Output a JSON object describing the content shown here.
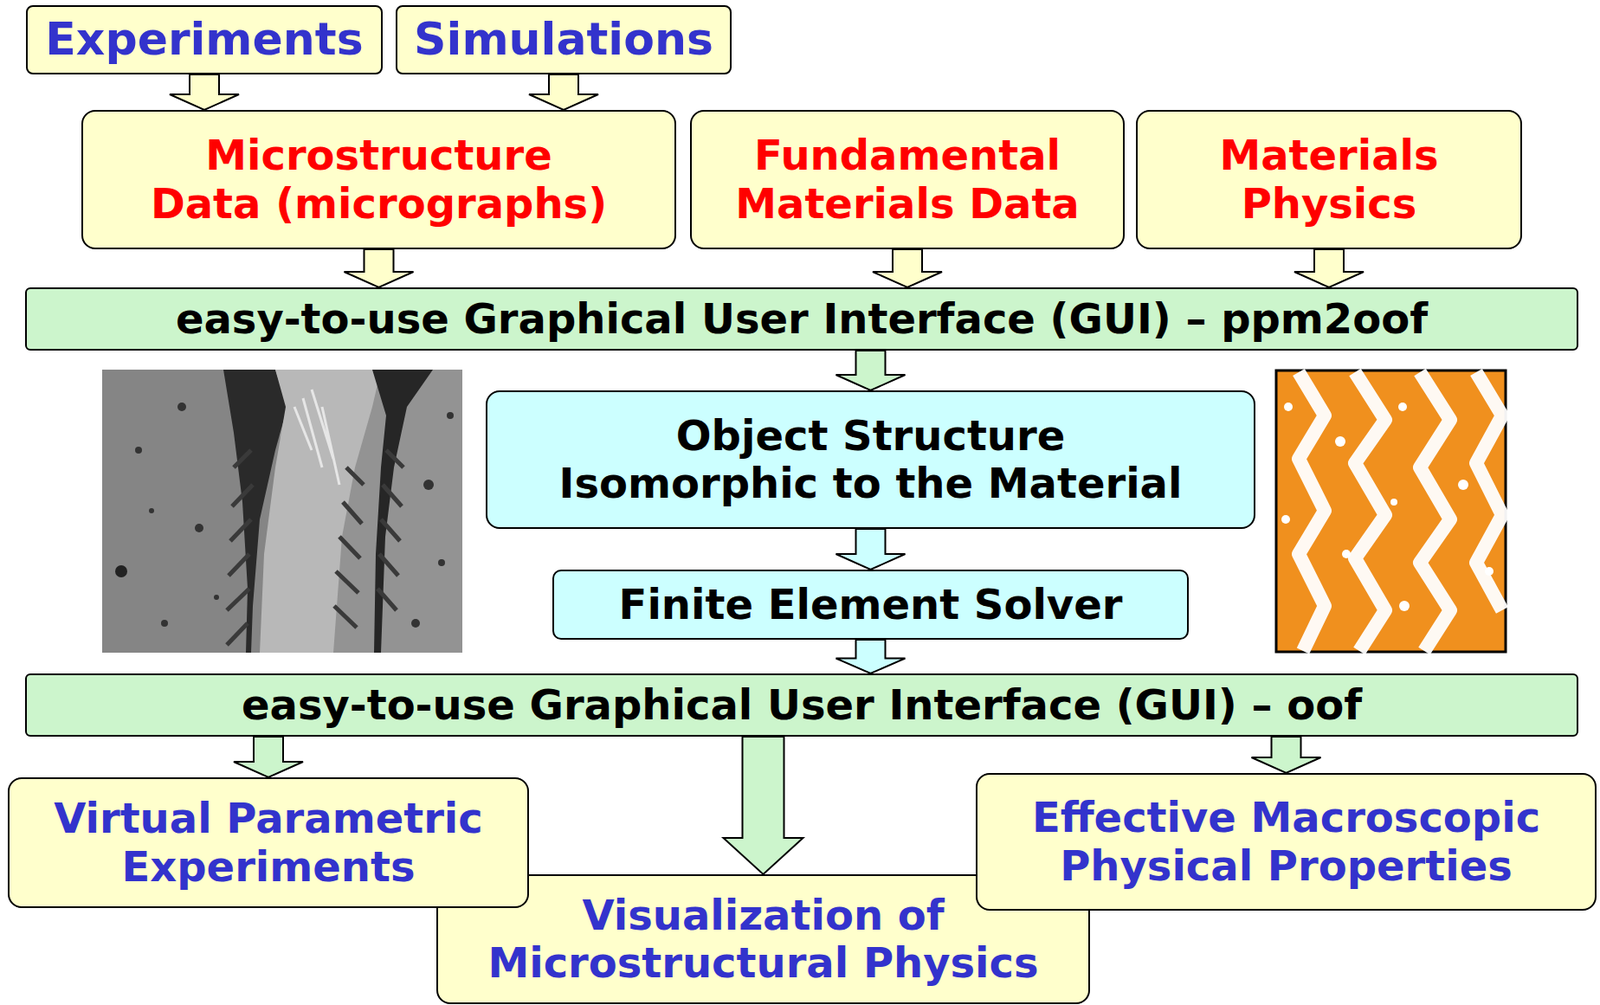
{
  "diagram": {
    "nodes": [
      {
        "text": [
          "Experiments"
        ]
      },
      {
        "text": [
          "Simulations"
        ]
      },
      {
        "text": [
          "Microstructure Data (micrographs)"
        ]
      },
      {
        "text": [
          "Fundamental Materials Data"
        ]
      },
      {
        "text": [
          "Materials Physics"
        ]
      },
      {
        "text": [
          "easy-to-use Graphical User Interface (GUI) – ppm2oof"
        ]
      },
      {
        "text": [
          "Object Structure Isomorphic to the Material"
        ]
      },
      {
        "text": [
          "Finite Element Solver"
        ]
      },
      {
        "text": [
          "easy-to-use Graphical User Interface (GUI) – oof"
        ]
      },
      {
        "text": [
          "Virtual Parametric Experiments"
        ]
      },
      {
        "text": [
          "Visualization of Microstructural Physics"
        ]
      },
      {
        "text": [
          "Effective Macroscopic Physical Properties"
        ]
      }
    ],
    "edges": [
      {
        "from": 0,
        "to": 2,
        "arrow": "to"
      },
      {
        "from": 1,
        "to": 2,
        "arrow": "to"
      },
      {
        "from": 2,
        "to": 5,
        "arrow": "to"
      },
      {
        "from": 3,
        "to": 5,
        "arrow": "to"
      },
      {
        "from": 4,
        "to": 5,
        "arrow": "to"
      },
      {
        "from": 5,
        "to": 6,
        "arrow": "to"
      },
      {
        "from": 6,
        "to": 7,
        "arrow": "to"
      },
      {
        "from": 7,
        "to": 8,
        "arrow": "to"
      },
      {
        "from": 8,
        "to": 9,
        "arrow": "to"
      },
      {
        "from": 8,
        "to": 10,
        "arrow": "to"
      },
      {
        "from": 8,
        "to": 11,
        "arrow": "to"
      }
    ]
  }
}
